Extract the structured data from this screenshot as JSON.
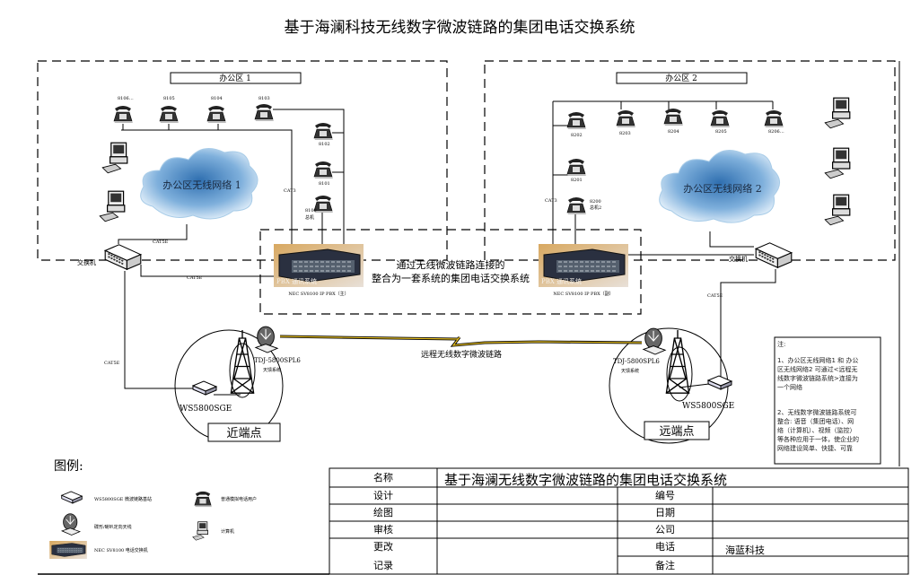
{
  "title": "基于海澜科技无线数字微波链路的集团电话交换系统",
  "office1": {
    "label": "办公区 1",
    "cloud": "办公区无线网络 1",
    "switch": "交换机",
    "phones": [
      "8106…",
      "8105",
      "8104",
      "8103",
      "8102",
      "8101",
      "8100",
      "总机"
    ],
    "cable_cat3": "CAT3",
    "cable_cat5e_a": "CAT5E",
    "cable_cat5e_b": "CAT5E",
    "pbx": "NEC SV8100 IP PBX（主）"
  },
  "office2": {
    "label": "办公区 2",
    "cloud": "办公区无线网络 2",
    "switch": "交换机",
    "phones": [
      "8202",
      "8203",
      "8204",
      "8205",
      "8206…",
      "8201",
      "8200",
      "总机2"
    ],
    "cable_cat3": "CAT3",
    "cable_cat5e": "CAT5E",
    "pbx": "NEC SV8100 IP PBX（副）"
  },
  "center": {
    "line1": "通过无线微波链路连接的",
    "line2": "整合为一套系统的集团电话交换系统",
    "pbx_badge": "PBX 通讯系统"
  },
  "link": "远程无线数字微波链路",
  "near": {
    "antenna": "TDJ-5800SPL6",
    "antenna_sub": "天馈系统",
    "station": "WS5800SGE",
    "cable": "CAT5E",
    "label": "近端点"
  },
  "far": {
    "antenna": "TDJ-5800SPL6",
    "antenna_sub": "天馈系统",
    "station": "WS5800SGE",
    "label": "远端点"
  },
  "notes": {
    "heading": "注:",
    "p1": [
      "1、办公区无线网络1 和 办公",
      "区无线网络2 可通过<远程无",
      "线数字微波链路系统>连接为",
      "一个网络"
    ],
    "p2": [
      "2、无线数字微波链路系统可",
      "整合: 语音（集团电话）、网",
      "络（计算机）、视频（监控）",
      "等各种应用于一体，使企业的",
      "网络建设简单、快捷、可靠"
    ]
  },
  "legend": {
    "title": "图例:",
    "items": [
      "WS5800SGE 微波链路基站",
      "碟形/喇叭定向天线",
      "NEC SV8100 电话交换机",
      "普通模拟电话用户",
      "计算机"
    ]
  },
  "table": {
    "name_label": "名称",
    "name_value": "基于海澜无线数字微波链路的集团电话交换系统",
    "design": "设计",
    "drawing": "绘图",
    "review": "审核",
    "change1": "更改",
    "change2": "记录",
    "number": "编号",
    "date": "日期",
    "company": "公司",
    "phone": "电话",
    "remark": "备注",
    "phone_value": "海蓝科技"
  },
  "colors": {
    "cloud": "#5b95c8",
    "link": "#e8c020",
    "pbx_bg": "#c8a060"
  }
}
